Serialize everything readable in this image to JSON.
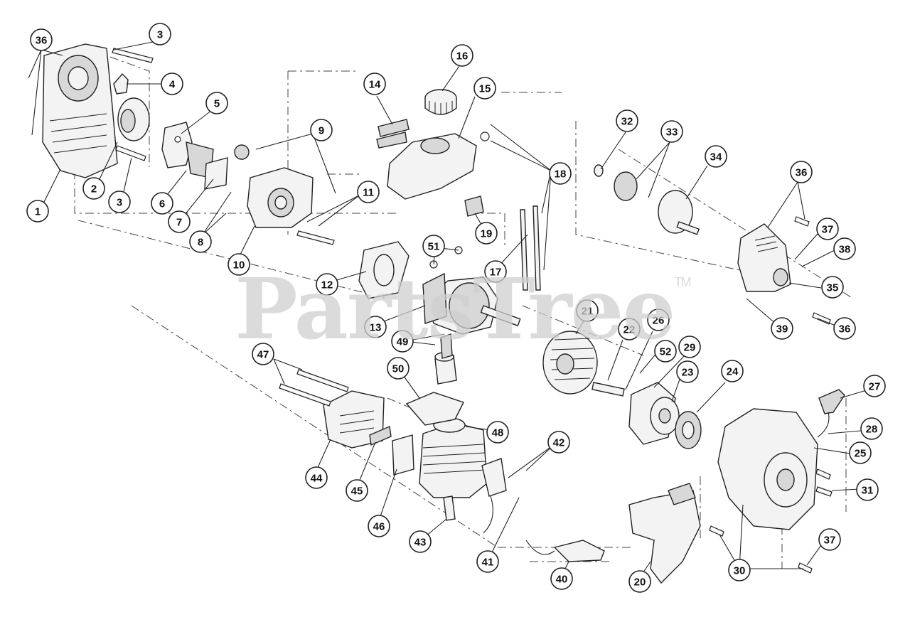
{
  "watermark": {
    "text": "PartsTree",
    "trademark": "TM"
  },
  "callouts": [
    "36",
    "3",
    "4",
    "5",
    "2",
    "3",
    "1",
    "6",
    "7",
    "8",
    "9",
    "10",
    "11",
    "14",
    "16",
    "15",
    "12",
    "13",
    "51",
    "19",
    "17",
    "18",
    "32",
    "33",
    "34",
    "36",
    "37",
    "38",
    "35",
    "39",
    "36",
    "21",
    "22",
    "26",
    "52",
    "29",
    "23",
    "24",
    "49",
    "50",
    "47",
    "48",
    "42",
    "44",
    "45",
    "46",
    "43",
    "41",
    "40",
    "20",
    "27",
    "28",
    "25",
    "31",
    "30",
    "37"
  ],
  "colors": {
    "ink": "#222222",
    "watermark": "#cfcfcf"
  }
}
